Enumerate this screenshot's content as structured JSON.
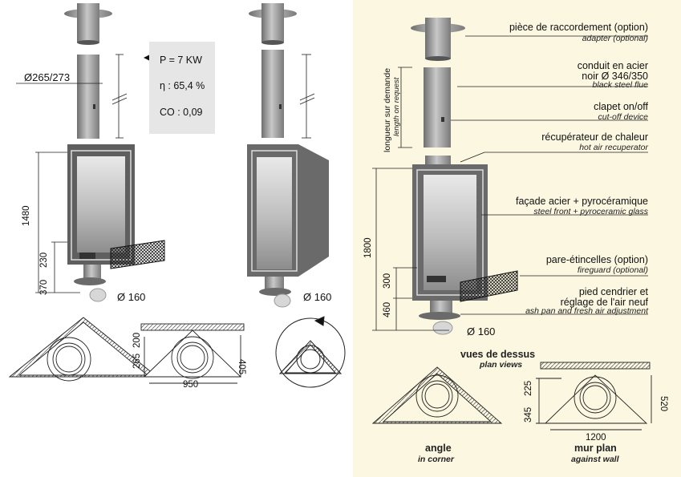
{
  "specs": {
    "power": "P = 7 KW",
    "efficiency": "η : 65,4 %",
    "co": "CO : 0,09"
  },
  "left_dims": {
    "diameter_top": "Ø265/273",
    "height_total": "1480",
    "h230": "230",
    "h370": "370",
    "d160_a": "Ø 160",
    "d160_b": "Ø 160"
  },
  "left_plan_dims": {
    "d265": "265",
    "d200": "200",
    "d405": "405",
    "d950": "950"
  },
  "labels": [
    {
      "main": "pièce de raccordement (option)",
      "sub": "adapter (optional)"
    },
    {
      "main": "conduit en acier",
      "main2": "noir Ø 346/350",
      "sub": "black steel flue"
    },
    {
      "main": "clapet on/off",
      "sub": "cut-off device"
    },
    {
      "main": "récupérateur de chaleur",
      "sub": "hot air recuperator"
    },
    {
      "main": "façade acier + pyrocéramique",
      "sub": "steel front + pyroceramic glass"
    },
    {
      "main": "pare-étincelles (option)",
      "sub": "fireguard (optional)"
    },
    {
      "main": "pied cendrier et",
      "main2": "réglage de l'air neuf",
      "sub": "ash pan and fresh air adjustment"
    }
  ],
  "right_dims": {
    "length": "longueur sur demande",
    "length_en": "length on request",
    "h1800": "1800",
    "h300": "300",
    "h460": "460",
    "d160": "Ø 160"
  },
  "plan_views": {
    "title": "vues de dessus",
    "title_en": "plan views",
    "corner": "angle",
    "corner_en": "in corner",
    "wall": "mur plan",
    "wall_en": "against wall",
    "d225": "225",
    "d345": "345",
    "d520": "520",
    "d1200": "1200"
  }
}
